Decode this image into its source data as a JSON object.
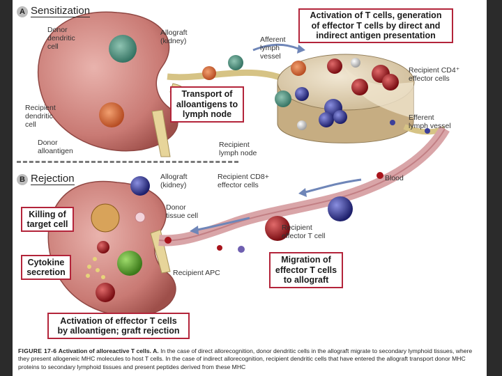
{
  "sections": {
    "a": {
      "letter": "A",
      "title": "Sensitization"
    },
    "b": {
      "letter": "B",
      "title": "Rejection"
    }
  },
  "labels": {
    "donor_dendritic_cell": [
      "Donor",
      "dendritic",
      "cell"
    ],
    "allograft_top": [
      "Allograft",
      "(kidney)"
    ],
    "afferent_lymph_vessel": [
      "Afferent",
      "lymph",
      "vessel"
    ],
    "recipient_dendritic_cell": [
      "Recipient",
      "dendritic",
      "cell"
    ],
    "donor_alloantigen": [
      "Donor",
      "alloantigen"
    ],
    "recipient_cd4_effector": [
      "Recipient CD4⁺",
      "effector cells"
    ],
    "efferent_lymph_vessel": [
      "Efferent",
      "lymph vessel"
    ],
    "recipient_lymph_node": [
      "Recipient",
      "lymph node"
    ],
    "recipient_cd8_effector": [
      "Recipient CD8+",
      "effector cells"
    ],
    "blood": "Blood",
    "allograft_bottom": [
      "Allograft",
      "(kidney)"
    ],
    "donor_tissue_cell": [
      "Donor",
      "tissue cell"
    ],
    "recipient_effector_t_cell": [
      "Recipient",
      "effector T cell"
    ],
    "recipient_apc": "Recipient APC"
  },
  "callouts": {
    "activation_t_cells": [
      "Activation of T cells, generation",
      "of effector T cells by direct and",
      "indirect antigen presentation"
    ],
    "transport_alloantigens": [
      "Transport of",
      "alloantigens to",
      "lymph node"
    ],
    "killing_target": [
      "Killing of",
      "target cell"
    ],
    "cytokine_secretion": [
      "Cytokine",
      "secretion"
    ],
    "migration_effector": [
      "Migration of",
      "effector T cells",
      "to allograft"
    ],
    "activation_effector": [
      "Activation of effector T cells",
      "by alloantigen; graft rejection"
    ]
  },
  "caption": {
    "figure_number": "FIGURE 17-6",
    "figure_title": "Activation of alloreactive T cells. A.",
    "text": "In the case of direct allorecognition, donor dendritic cells in the allograft migrate to secondary lymphoid tissues, where they present allogeneic MHC molecules to host T cells. In the case of indirect allorecognition, recipient dendritic cells that have entered the allograft transport donor MHC proteins to secondary lymphoid tissues and present peptides derived from these MHC"
  }
}
